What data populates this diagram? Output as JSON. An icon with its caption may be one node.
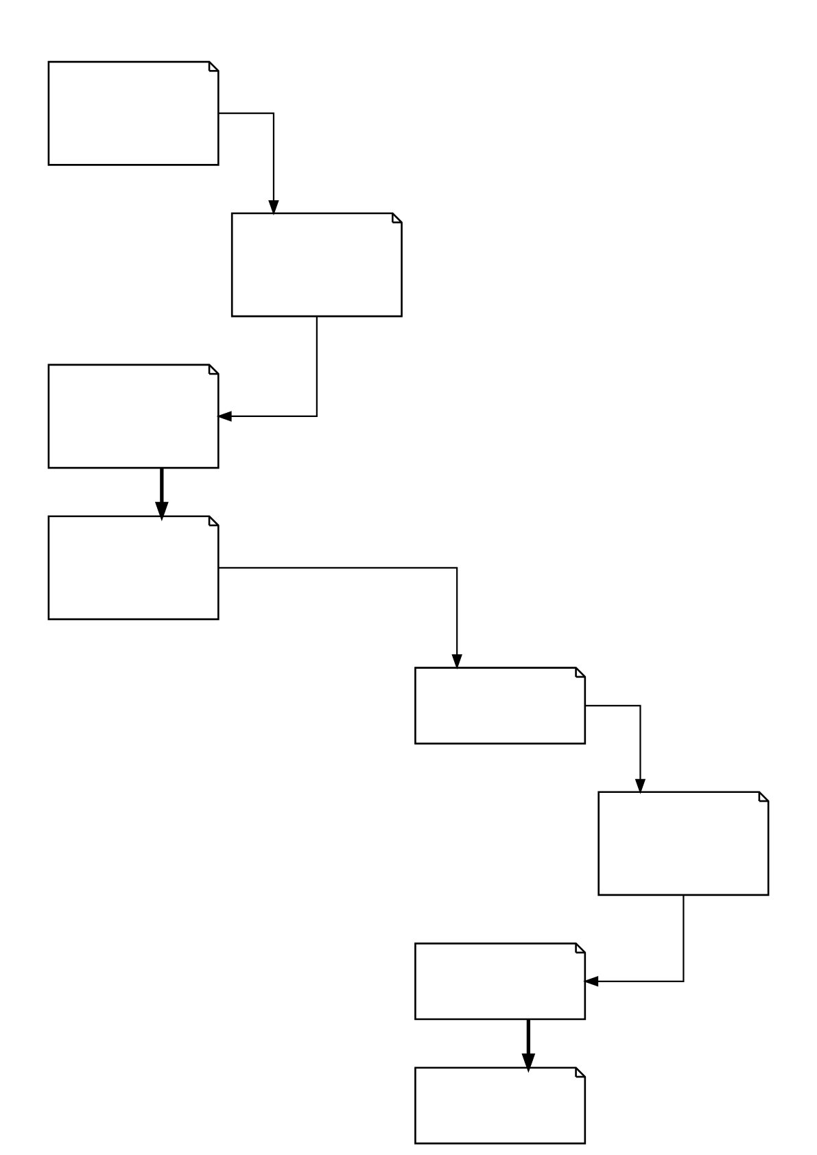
{
  "diagram": {
    "nodes": [
      {
        "text": [],
        "shape": "document"
      },
      {
        "text": [],
        "shape": "document"
      },
      {
        "text": [],
        "shape": "document"
      },
      {
        "text": [],
        "shape": "document"
      },
      {
        "text": [],
        "shape": "document"
      },
      {
        "text": [],
        "shape": "document"
      },
      {
        "text": [],
        "shape": "document"
      },
      {
        "text": [],
        "shape": "document"
      }
    ],
    "edges": [
      {
        "from": 0,
        "to": 1,
        "arrow": "to"
      },
      {
        "from": 1,
        "to": 2,
        "arrow": "to"
      },
      {
        "from": 2,
        "to": 3,
        "arrow": "to",
        "style": "thick"
      },
      {
        "from": 3,
        "to": 4,
        "arrow": "to"
      },
      {
        "from": 4,
        "to": 5,
        "arrow": "to"
      },
      {
        "from": 5,
        "to": 6,
        "arrow": "to"
      },
      {
        "from": 6,
        "to": 7,
        "arrow": "to",
        "style": "thick"
      }
    ]
  }
}
